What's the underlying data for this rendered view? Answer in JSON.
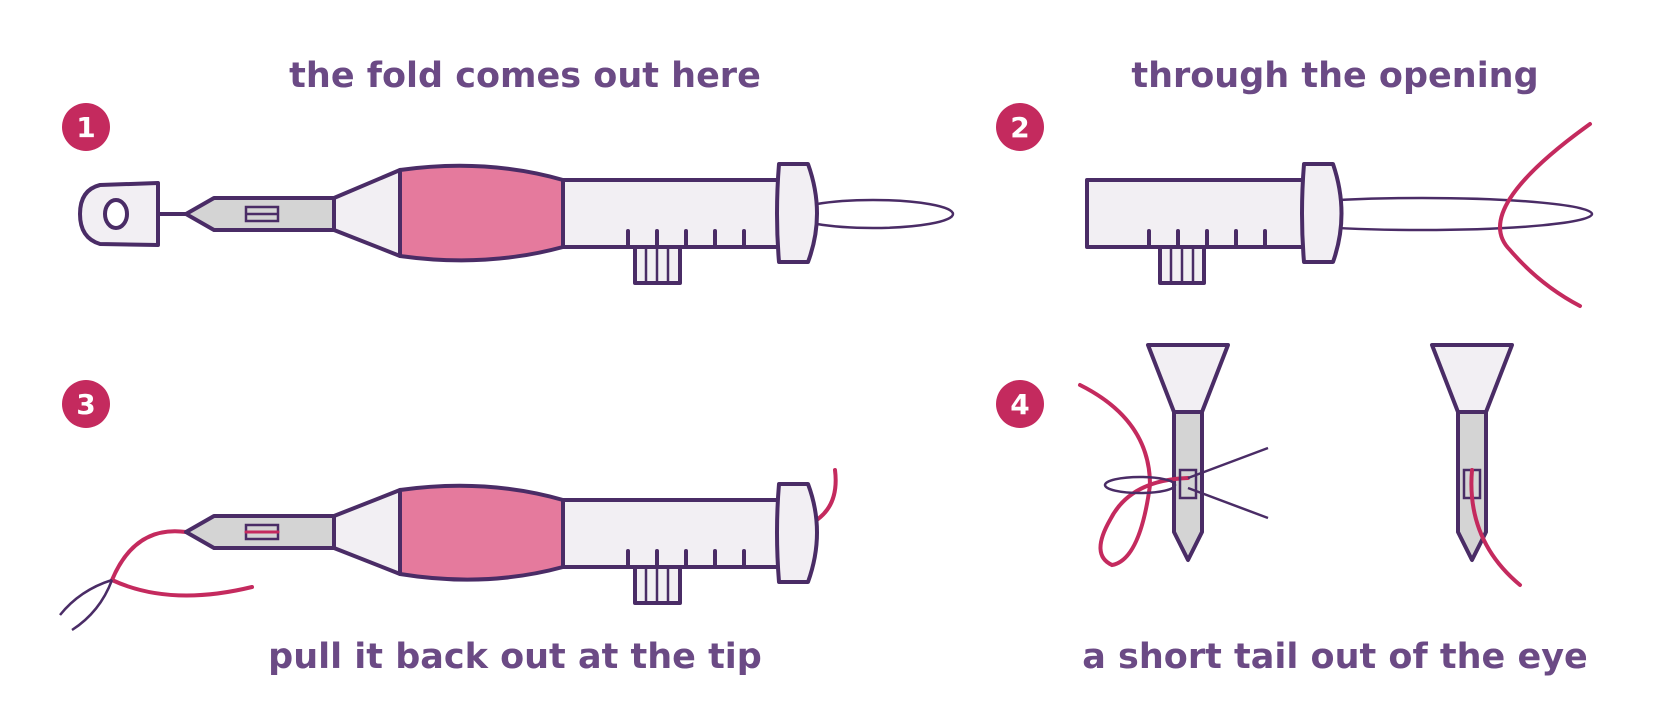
{
  "steps": [
    {
      "number": "1",
      "caption": "the fold comes out here"
    },
    {
      "number": "2",
      "caption": "through the opening"
    },
    {
      "number": "3",
      "caption": "pull it back out at the tip"
    },
    {
      "number": "4",
      "caption": "a short tail out of the eye"
    }
  ],
  "colors": {
    "text": "#6b4a85",
    "badge": "#c42a5e",
    "outline": "#4a2c66",
    "grip": "#e57a9d",
    "body": "#f2eff3",
    "metal": "#d4d4d4"
  }
}
